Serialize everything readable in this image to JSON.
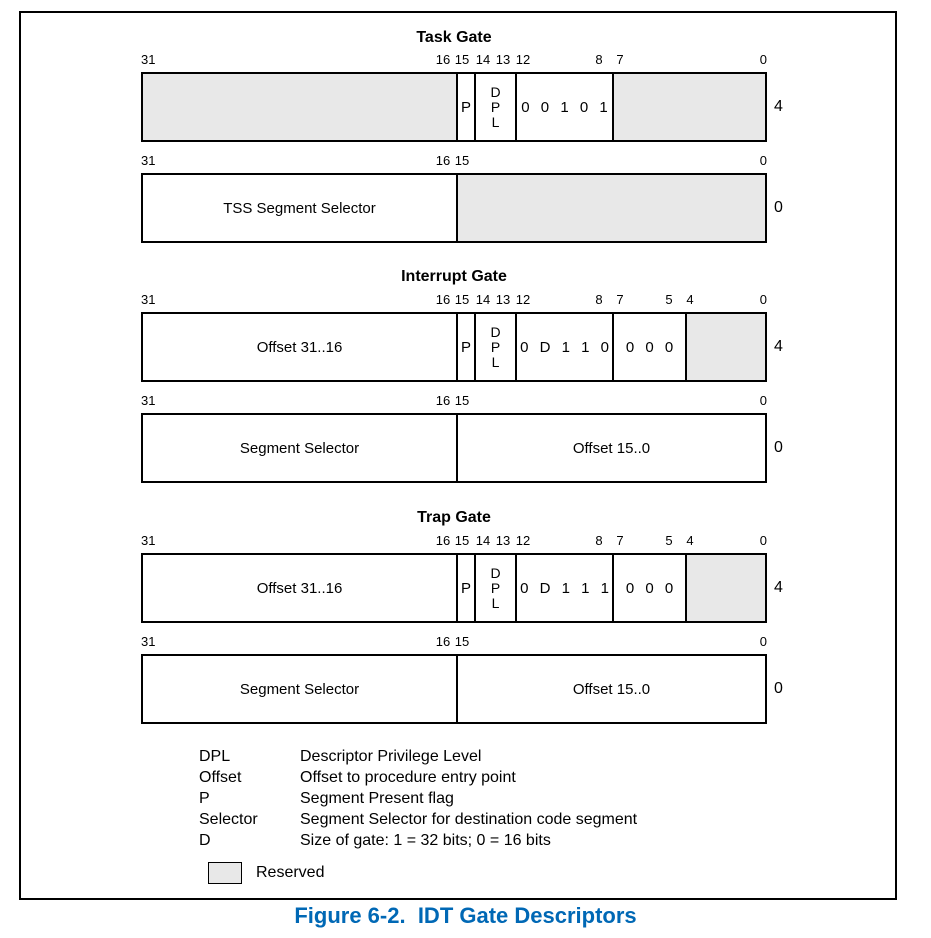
{
  "figure": {
    "caption": "Figure 6-2.  IDT Gate Descriptors",
    "caption_color": "#0068b5",
    "reserved_fill": "#e8e8e8",
    "border_color": "#000000"
  },
  "sections": [
    {
      "title": "Task Gate",
      "rows": [
        {
          "bit_labels": [
            "31",
            "16",
            "15",
            "14",
            "13",
            "12",
            "8",
            "7",
            "0"
          ],
          "cells": [
            {
              "type": "reserved",
              "lo": 16
            },
            {
              "text": "P",
              "lo": 15
            },
            {
              "stack": [
                "D",
                "P",
                "L"
              ],
              "lo": 13
            },
            {
              "text": "0 0 1 0 1",
              "lo": 8,
              "spread": true
            },
            {
              "type": "reserved",
              "lo": 0
            }
          ],
          "byte_offset": "4"
        },
        {
          "bit_labels": [
            "31",
            "16",
            "15",
            "0"
          ],
          "cells": [
            {
              "text": "TSS Segment Selector",
              "lo": 16
            },
            {
              "type": "reserved",
              "lo": 0
            }
          ],
          "byte_offset": "0"
        }
      ]
    },
    {
      "title": "Interrupt Gate",
      "rows": [
        {
          "bit_labels": [
            "31",
            "16",
            "15",
            "14",
            "13",
            "12",
            "8",
            "7",
            "5",
            "4",
            "0"
          ],
          "cells": [
            {
              "text": "Offset 31..16",
              "lo": 16
            },
            {
              "text": "P",
              "lo": 15
            },
            {
              "stack": [
                "D",
                "P",
                "L"
              ],
              "lo": 13
            },
            {
              "text": "0 D 1 1 0",
              "lo": 8,
              "spread": true
            },
            {
              "text": "0 0 0",
              "lo": 5,
              "spread": true
            },
            {
              "type": "reserved",
              "lo": 0
            }
          ],
          "byte_offset": "4"
        },
        {
          "bit_labels": [
            "31",
            "16",
            "15",
            "0"
          ],
          "cells": [
            {
              "text": "Segment Selector",
              "lo": 16
            },
            {
              "text": "Offset 15..0",
              "lo": 0
            }
          ],
          "byte_offset": "0"
        }
      ]
    },
    {
      "title": "Trap Gate",
      "rows": [
        {
          "bit_labels": [
            "31",
            "16",
            "15",
            "14",
            "13",
            "12",
            "8",
            "7",
            "5",
            "4",
            "0"
          ],
          "cells": [
            {
              "text": "Offset 31..16",
              "lo": 16
            },
            {
              "text": "P",
              "lo": 15
            },
            {
              "stack": [
                "D",
                "P",
                "L"
              ],
              "lo": 13
            },
            {
              "text": "0 D 1 1 1",
              "lo": 8,
              "spread": true
            },
            {
              "text": "0 0 0",
              "lo": 5,
              "spread": true
            },
            {
              "type": "reserved",
              "lo": 0
            }
          ],
          "byte_offset": "4"
        },
        {
          "bit_labels": [
            "31",
            "16",
            "15",
            "0"
          ],
          "cells": [
            {
              "text": "Segment Selector",
              "lo": 16
            },
            {
              "text": "Offset 15..0",
              "lo": 0
            }
          ],
          "byte_offset": "0"
        }
      ]
    }
  ],
  "legend": {
    "items": [
      {
        "term": "DPL",
        "definition": "Descriptor Privilege Level"
      },
      {
        "term": "Offset",
        "definition": "Offset to procedure entry point"
      },
      {
        "term": "P",
        "definition": "Segment Present flag"
      },
      {
        "term": "Selector",
        "definition": "Segment Selector for destination code segment"
      },
      {
        "term": "D",
        "definition": "Size of gate: 1 = 32 bits; 0 = 16 bits"
      }
    ],
    "reserved_label": "Reserved"
  }
}
